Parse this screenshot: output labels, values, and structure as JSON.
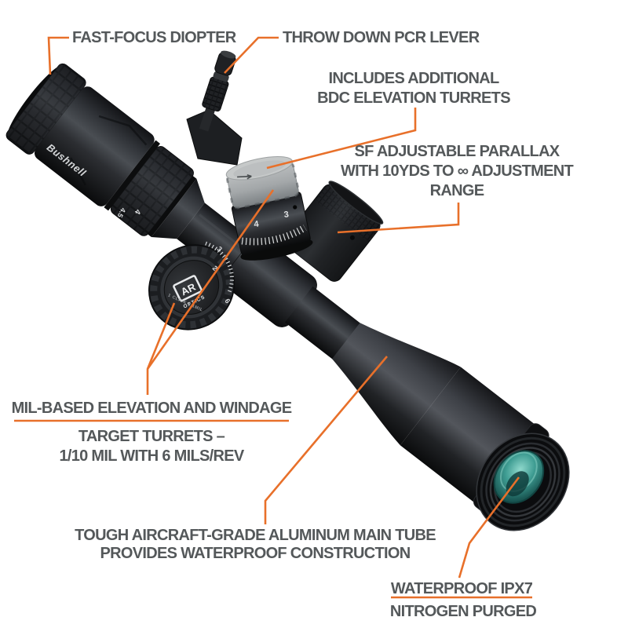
{
  "meta": {
    "background": "#FFFFFF",
    "accent_color": "#E8702A",
    "label_color": "#54585A"
  },
  "callouts": {
    "fast_focus": {
      "label": "FAST-FOCUS DIOPTER"
    },
    "throw_lever": {
      "label": "THROW DOWN PCR LEVER"
    },
    "bdc": {
      "line1": "INCLUDES ADDITIONAL",
      "line2": "BDC ELEVATION TURRETS"
    },
    "parallax": {
      "line1": "SF ADJUSTABLE PARALLAX",
      "line2": "WITH 10YDS TO ∞ ADJUSTMENT",
      "line3": "RANGE"
    },
    "turrets": {
      "title": "MIL-BASED ELEVATION AND WINDAGE",
      "sub1": "TARGET TURRETS –",
      "sub2": "1/10 MIL WITH 6 MILS/REV"
    },
    "main_tube": {
      "line1": "TOUGH AIRCRAFT-GRADE ALUMINUM MAIN TUBE",
      "line2": "PROVIDES WATERPROOF CONSTRUCTION"
    },
    "waterproof": {
      "title": "WATERPROOF IPX7",
      "sub": "NITROGEN PURGED"
    }
  },
  "scope_markings": {
    "brand": "Bushnell",
    "windage_badge_top": "AR",
    "windage_badge_bottom": "OPTICS",
    "windage_click": "1 CLICK 0.1MIL",
    "windage_dial": {
      "n1": "3",
      "n2": "2",
      "n3": "6"
    },
    "elevation_dial": {
      "n1": "4",
      "n2": "3"
    },
    "power_ring": {
      "n1": "4.5",
      "n2": "4"
    }
  }
}
